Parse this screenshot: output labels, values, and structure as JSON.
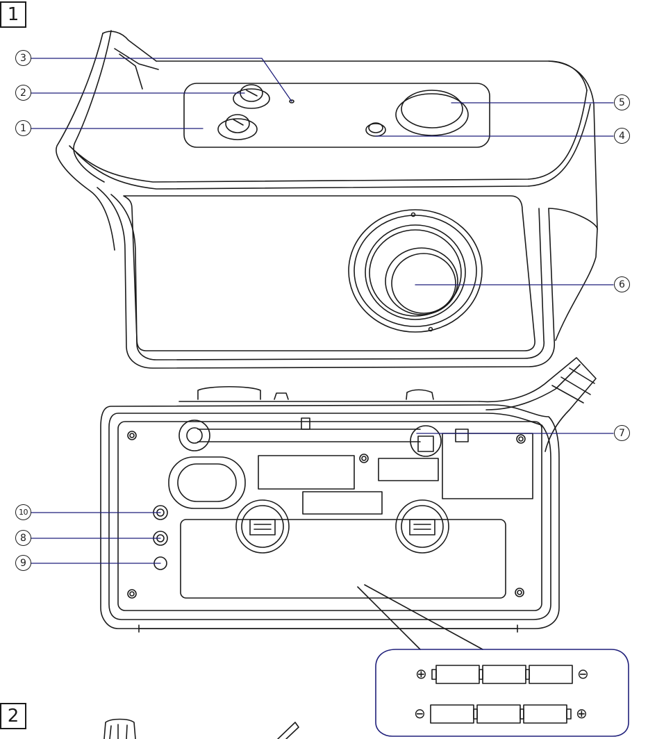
{
  "figures": {
    "fig1": "1",
    "fig2": "2"
  },
  "callouts": [
    "1",
    "2",
    "3",
    "4",
    "5",
    "6",
    "7",
    "8",
    "9",
    "10"
  ],
  "battery": {
    "top_left_symbol": "⊕",
    "top_right_symbol": "⊖",
    "bottom_left_symbol": "⊖",
    "bottom_right_symbol": "⊕"
  },
  "colors": {
    "leader_line": "#1f1f7a",
    "outline": "#1a1a1a"
  }
}
